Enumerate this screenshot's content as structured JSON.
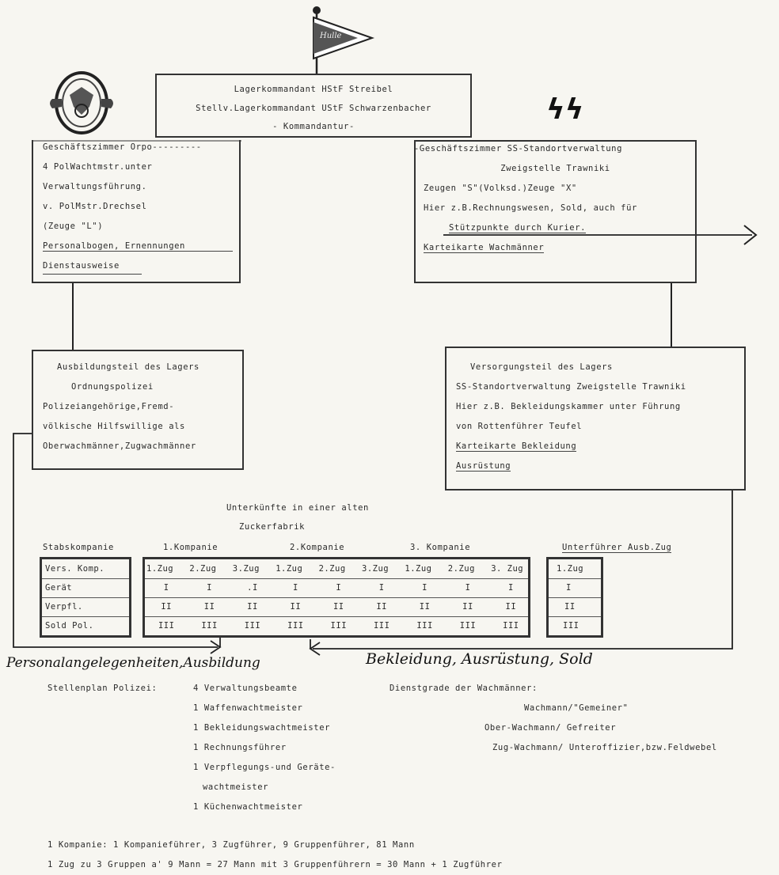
{
  "flag": {
    "text": "Hulle"
  },
  "header": {
    "line1": "Lagerkommandant HStF Streibel",
    "line2": "Stellv.Lagerkommandant UStF Schwarzenbacher",
    "line3": "- Kommandantur-"
  },
  "ss_mark": "ϟϟ",
  "box_orpo": {
    "lines": [
      "Geschäftszimmer Orpo---------",
      "4 PolWachtmstr.unter",
      "Verwaltungsführung.",
      "v. PolMstr.Drechsel",
      "(Zeuge \"L\")",
      "Personalbogen, Ernennungen",
      "Dienstausweise"
    ]
  },
  "box_ss": {
    "lines": [
      "-Geschäftszimmer SS-Standortverwaltung",
      "Zweigstelle Trawniki",
      "Zeugen \"S\"(Volksd.)Zeuge \"X\"",
      "Hier z.B.Rechnungswesen, Sold, auch für",
      "Stützpunkte durch Kurier.",
      "Karteikarte Wachmänner"
    ]
  },
  "box_ausbildung": {
    "lines": [
      "Ausbildungsteil des Lagers",
      "Ordnungspolizei",
      "Polizeiangehörige,Fremd-",
      "völkische Hilfswillige als",
      "Oberwachmänner,Zugwachmänner"
    ]
  },
  "box_versorgung": {
    "lines": [
      "Versorgungsteil des Lagers",
      "SS-Standortverwaltung Zweigstelle Trawniki",
      "Hier z.B. Bekleidungskammer unter Führung",
      "von Rottenführer Teufel",
      "Karteikarte Bekleidung",
      "Ausrüstung"
    ]
  },
  "unterkuenfte": {
    "line1": "Unterkünfte in einer alten",
    "line2": "Zuckerfabrik"
  },
  "company_headers": {
    "stab": "Stabskompanie",
    "k1": "1.Kompanie",
    "k2": "2.Kompanie",
    "k3": "3. Kompanie",
    "ausb": "Unterführer Ausb.Zug"
  },
  "table": {
    "row_labels": [
      "Vers. Komp.",
      "Gerät",
      "Verpfl.",
      "Sold Pol."
    ],
    "zug_headers": [
      "1.Zug",
      "2.Zug",
      "3.Zug",
      "1.Zug",
      "2.Zug",
      "3.Zug",
      "1.Zug",
      "2.Zug",
      "3. Zug"
    ],
    "row_gerat": [
      "I",
      "I",
      ".I",
      "I",
      "I",
      "I",
      "I",
      "I",
      "I"
    ],
    "row_verpfl": [
      "II",
      "II",
      "II",
      "II",
      "II",
      "II",
      "II",
      "II",
      "II"
    ],
    "row_sold": [
      "III",
      "III",
      "III",
      "III",
      "III",
      "III",
      "III",
      "III",
      "III"
    ],
    "extra": [
      "1.Zug",
      "I",
      "II",
      "III"
    ]
  },
  "handwriting": {
    "left": "Personalangelegenheiten,Ausbildung",
    "right": "Bekleidung, Ausrüstung, Sold"
  },
  "stellenplan": {
    "label": "Stellenplan Polizei:",
    "items": [
      "4 Verwaltungsbeamte",
      "1 Waffenwachtmeister",
      "1 Bekleidungswachtmeister",
      "1 Rechnungsführer",
      "1 Verpflegungs-und Geräte-",
      "wachtmeister",
      "1 Küchenwachtmeister"
    ]
  },
  "dienstgrade": {
    "label": "Dienstgrade der Wachmänner:",
    "items": [
      "Wachmann/\"Gemeiner\"",
      "Ober-Wachmann/ Gefreiter",
      "Zug-Wachmann/ Unteroffizier,bzw.Feldwebel"
    ]
  },
  "footer": {
    "line1": "1 Kompanie: 1 Kompanieführer, 3 Zugführer, 9 Gruppenführer, 81 Mann",
    "line2": "1 Zug zu 3 Gruppen a' 9 Mann = 27 Mann mit 3 Gruppenführern = 30 Mann + 1 Zugführer"
  }
}
